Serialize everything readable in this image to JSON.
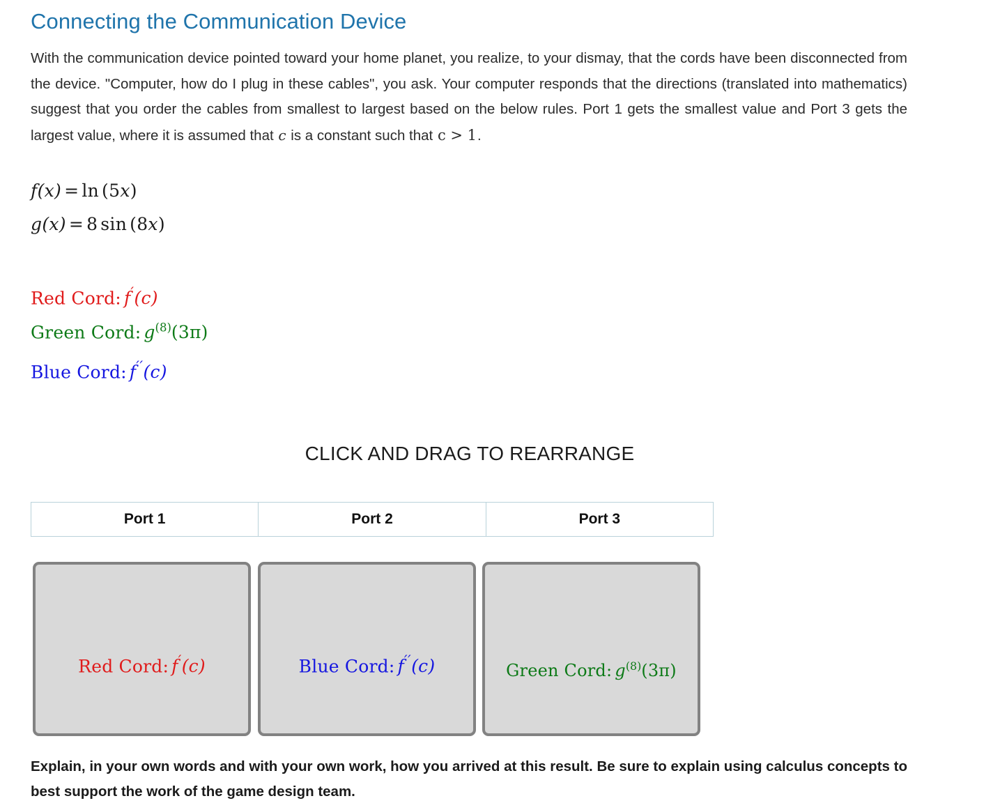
{
  "page": {
    "title": "Connecting the Communication Device",
    "title_color": "#1f74ab",
    "background": "#ffffff"
  },
  "intro": {
    "part1": "With the communication device pointed toward your home planet, you realize, to your dismay, that the cords have been disconnected from the device. \"Computer, how do I plug in these cables\", you ask. Your computer responds that the directions (translated into mathematics) suggest that you order the cables from smallest to largest based on the below rules. Port 1 gets the smallest value and Port 3 gets the largest value, where it is assumed that ",
    "var_c": "c",
    "part2": " is a constant such that ",
    "condition": "c > 1",
    "part3": "."
  },
  "definitions": {
    "f": {
      "lhs_fn": "f",
      "lhs_arg": "(x)",
      "eq": "=",
      "rhs_op": "ln",
      "rhs_arg_coef": "5",
      "rhs_arg_var": "x",
      "full": "f (x) = ln (5x)"
    },
    "g": {
      "lhs_fn": "g",
      "lhs_arg": "(x)",
      "eq": "=",
      "rhs_coef": "8",
      "rhs_op": "sin",
      "rhs_arg_coef": "8",
      "rhs_arg_var": "x",
      "full": "g (x) = 8 sin (8x)"
    }
  },
  "cords": [
    {
      "id": "red",
      "label": "Red Cord:",
      "expr_fn": "f",
      "expr_prime": "′",
      "expr_arg": "(c)",
      "expr_plain": "f'(c)",
      "color": "#e01b1b"
    },
    {
      "id": "green",
      "label": "Green Cord:",
      "expr_fn": "g",
      "expr_sup": "(8)",
      "expr_arg": "(3π)",
      "expr_plain": "g^(8)(3π)",
      "color": "#0d7a17"
    },
    {
      "id": "blue",
      "label": "Blue Cord:",
      "expr_fn": "f",
      "expr_prime": "′′",
      "expr_arg": "(c)",
      "expr_plain": "f''(c)",
      "color": "#1516e0"
    }
  ],
  "drag_area": {
    "heading": "CLICK AND DRAG TO REARRANGE",
    "ports": [
      {
        "label": "Port 1"
      },
      {
        "label": "Port 2"
      },
      {
        "label": "Port 3"
      }
    ],
    "slots": [
      {
        "port": "Port 1",
        "cord_id": "red",
        "label": "Red Cord:",
        "expr_fn": "f",
        "expr_prime": "′",
        "expr_arg": "(c)",
        "expr_plain": "Red Cord: f'(c)",
        "color": "#e01b1b"
      },
      {
        "port": "Port 2",
        "cord_id": "blue",
        "label": "Blue Cord:",
        "expr_fn": "f",
        "expr_prime": "′′",
        "expr_arg": "(c)",
        "expr_plain": "Blue Cord: f''(c)",
        "color": "#1516e0"
      },
      {
        "port": "Port 3",
        "cord_id": "green",
        "label": "Green Cord:",
        "expr_fn": "g",
        "expr_sup": "(8)",
        "expr_arg": "(3π)",
        "expr_plain": "Green Cord: g^(8)(3π)",
        "color": "#0d7a17"
      }
    ],
    "box_fill": "#d9d9d9",
    "box_border": "#828282",
    "table_border": "#b9d2da"
  },
  "footer": {
    "text": "Explain, in your own words and with your own work, how you arrived at this result. Be sure to explain using calculus concepts to best support the work of the game design team."
  }
}
